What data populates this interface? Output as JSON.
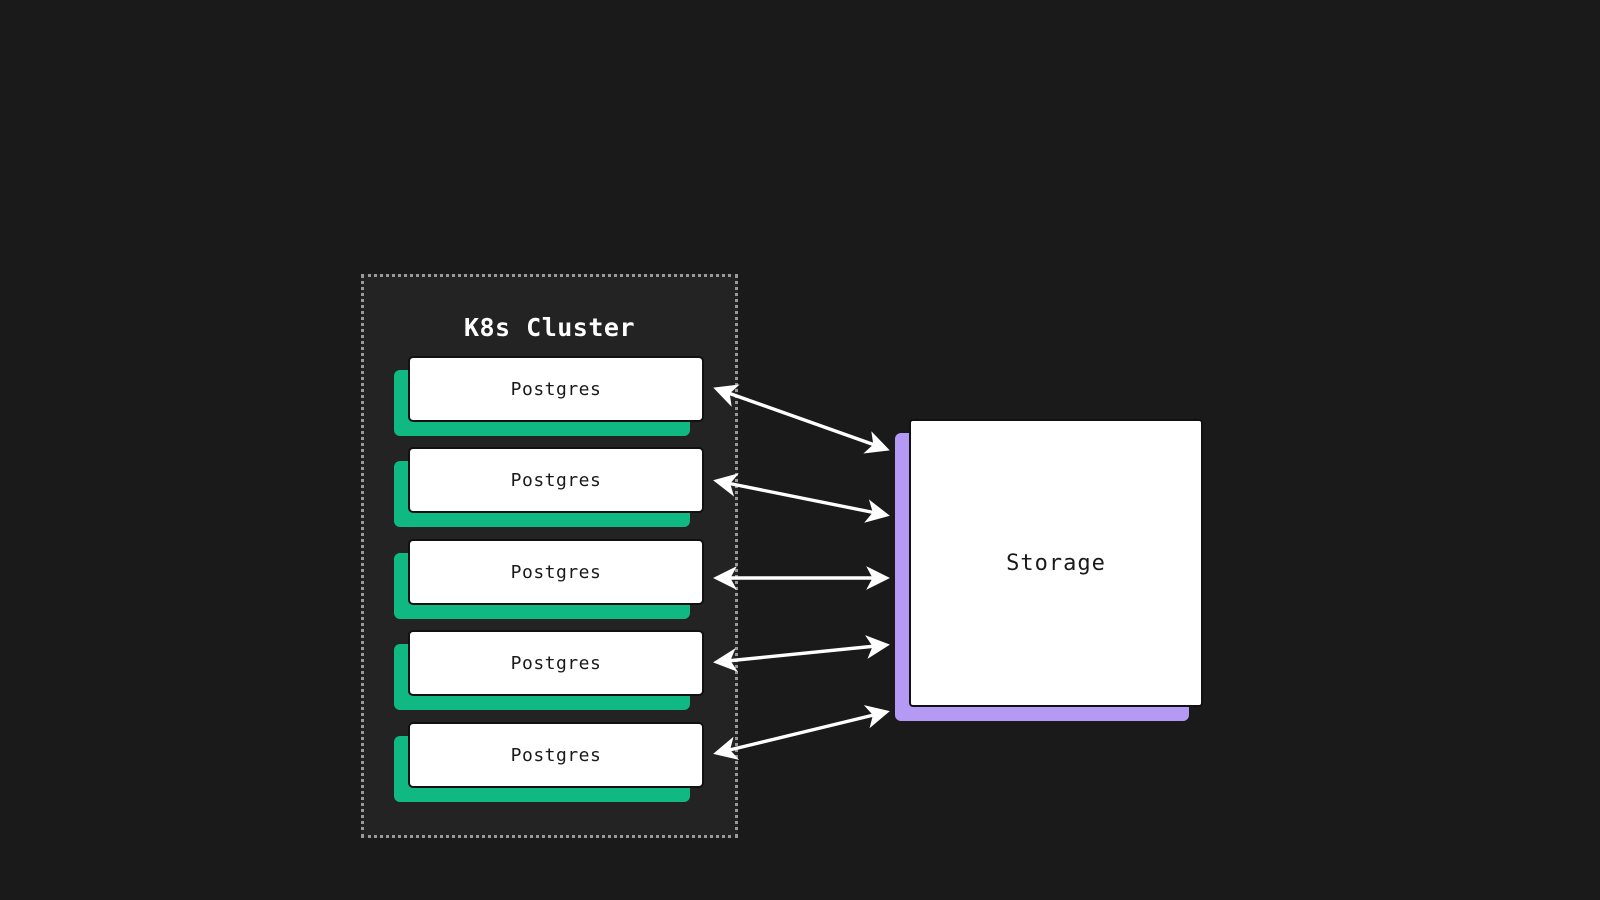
{
  "background_color": "#1a1a1a",
  "diagram": {
    "type": "architecture-diagram",
    "cluster": {
      "title": "K8s Cluster",
      "border_style": "dotted",
      "border_color": "#9a9a9a",
      "panel_color": "#232323",
      "nodes": [
        {
          "label": "Postgres",
          "accent_color": "#10b981"
        },
        {
          "label": "Postgres",
          "accent_color": "#10b981"
        },
        {
          "label": "Postgres",
          "accent_color": "#10b981"
        },
        {
          "label": "Postgres",
          "accent_color": "#10b981"
        },
        {
          "label": "Postgres",
          "accent_color": "#10b981"
        }
      ]
    },
    "storage": {
      "label": "Storage",
      "accent_color": "#b49af5",
      "fill_color": "#ffffff"
    },
    "connections": [
      {
        "from": "Postgres 1",
        "to": "Storage",
        "direction": "bidirectional"
      },
      {
        "from": "Postgres 2",
        "to": "Storage",
        "direction": "bidirectional"
      },
      {
        "from": "Postgres 3",
        "to": "Storage",
        "direction": "bidirectional"
      },
      {
        "from": "Postgres 4",
        "to": "Storage",
        "direction": "bidirectional"
      },
      {
        "from": "Postgres 5",
        "to": "Storage",
        "direction": "bidirectional"
      }
    ],
    "connector_color": "#ffffff"
  }
}
